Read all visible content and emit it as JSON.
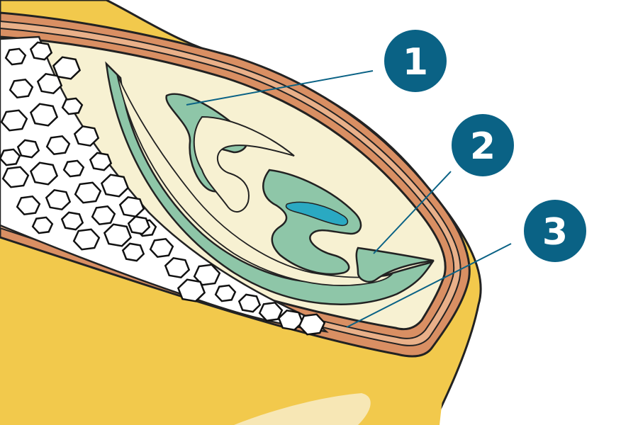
{
  "colors": {
    "background": "#ffffff",
    "outer_yellow": "#f2c94c",
    "outer_yellow_edge": "#e2a92e",
    "husk_brown": "#d98f63",
    "husk_light": "#e9b089",
    "endosperm_cream": "#f7f1d2",
    "cell_wall": "#111111",
    "cell_fill": "#ffffff",
    "embryo_green": "#8ec6a8",
    "embryo_blue": "#2aa9c2",
    "callout_blue": "#0a6285",
    "leader_line": "#0a6285",
    "highlight": "#f7e7b5"
  },
  "callouts": [
    {
      "label": "1"
    },
    {
      "label": "2"
    },
    {
      "label": "3"
    }
  ]
}
